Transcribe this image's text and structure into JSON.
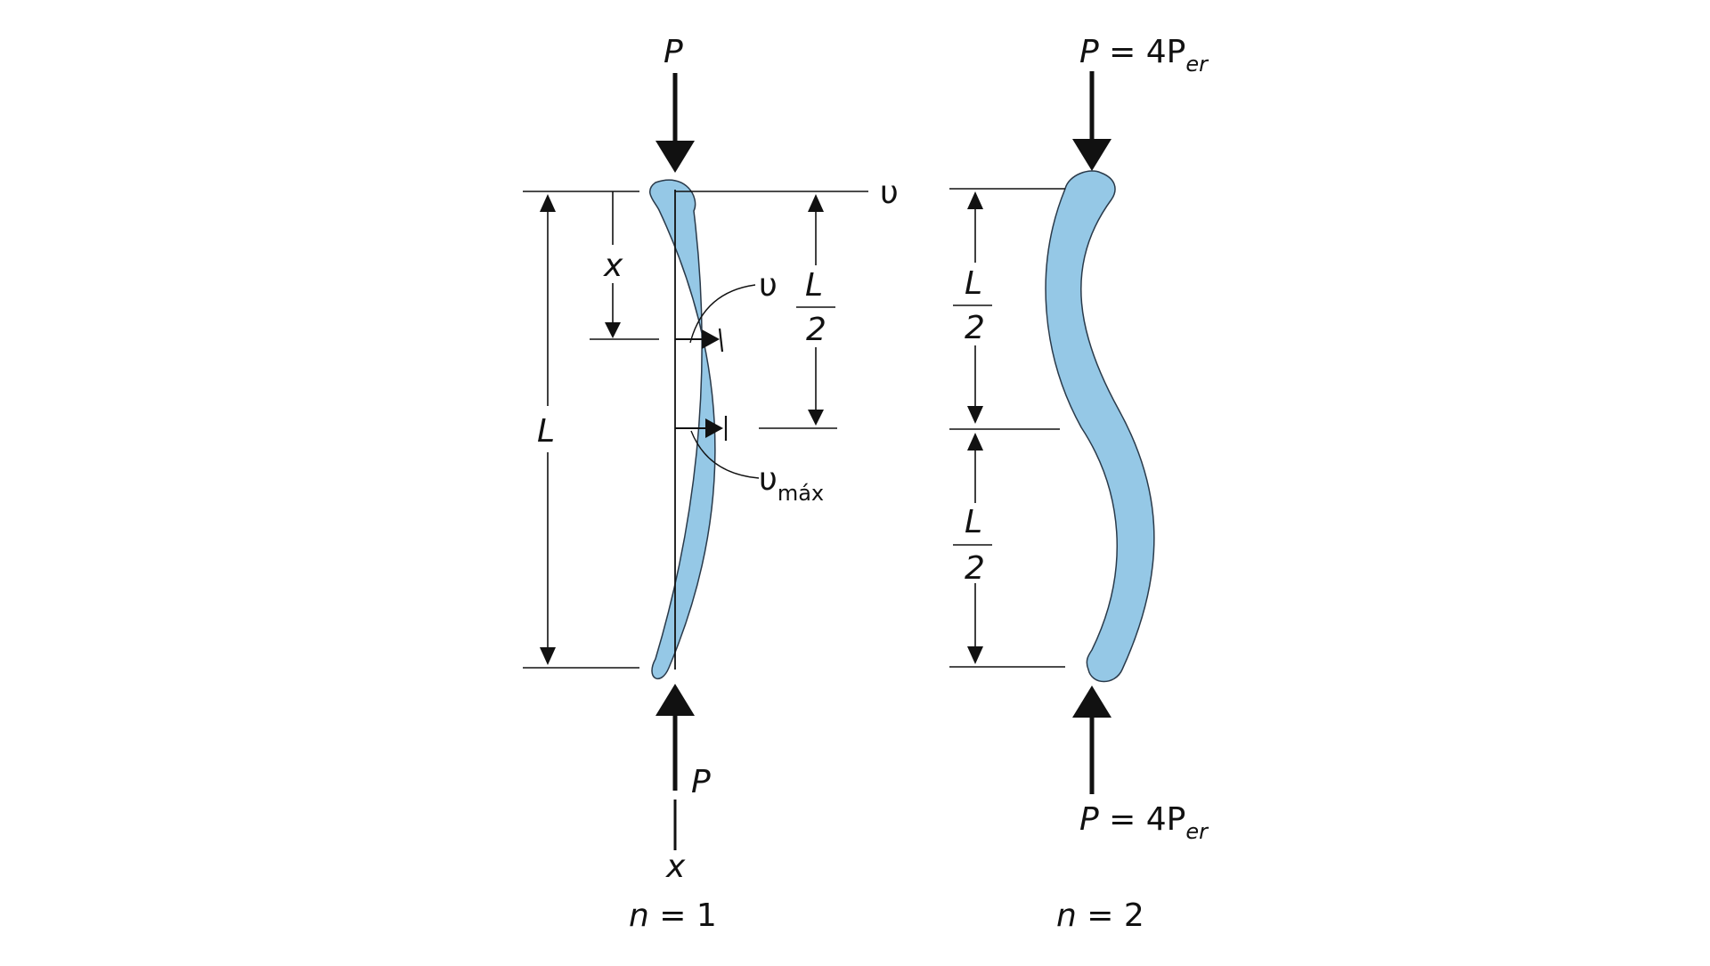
{
  "colors": {
    "column_fill": "#95C8E6",
    "column_stroke": "#2a3a4a",
    "ink": "#111111"
  },
  "left_diagram": {
    "load_top": "P",
    "load_bottom": "P",
    "axis_x_bottom": "x",
    "dim_x": "x",
    "dim_L": "L",
    "half_num": "L",
    "half_den": "2",
    "axis_v": "υ",
    "deflection_v": "υ",
    "vmax_main": "υ",
    "vmax_sub": "máx",
    "mode_n": "n",
    "mode_eq": " = 1"
  },
  "right_diagram": {
    "load_top_main": "P",
    "load_top_rest": " = 4P",
    "load_top_sub": "er",
    "load_bottom_main": "P",
    "load_bottom_rest": " = 4P",
    "load_bottom_sub": "er",
    "upper_half_num": "L",
    "upper_half_den": "2",
    "lower_half_num": "L",
    "lower_half_den": "2",
    "mode_n": "n",
    "mode_eq": " = 2"
  }
}
